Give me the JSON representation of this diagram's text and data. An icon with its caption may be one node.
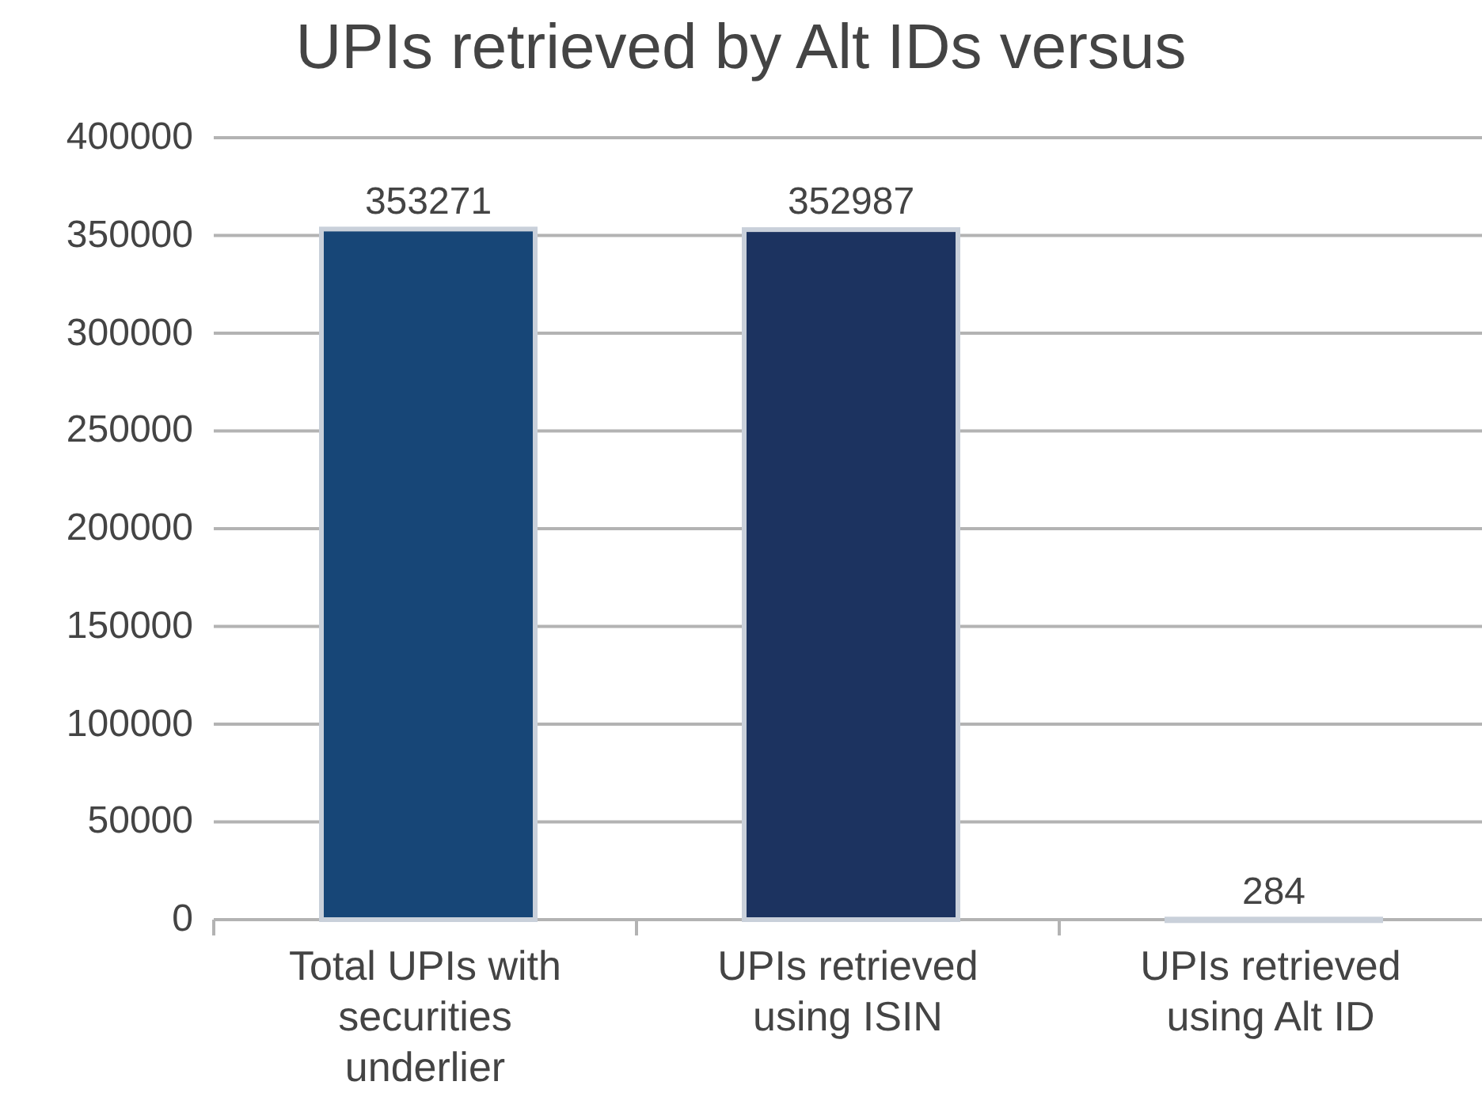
{
  "diagram": {
    "chart_data": {
      "type": "bar",
      "title": "UPIs retrieved by Alt IDs versus",
      "categories": [
        "Total UPIs with securities underlier",
        "UPIs retrieved using ISIN",
        "UPIs retrieved using Alt ID"
      ],
      "series": [
        {
          "color": "#174677",
          "values": [
            353271,
            null,
            null
          ]
        },
        {
          "color": "#1c3360",
          "values": [
            null,
            352987,
            null
          ]
        },
        {
          "color": "#ffffff",
          "values": [
            null,
            null,
            284
          ]
        }
      ],
      "stacked": true,
      "grid": true,
      "ylim": [
        0,
        400000
      ],
      "yticks": [
        0,
        50000,
        100000,
        150000,
        200000,
        250000,
        300000,
        350000,
        400000
      ],
      "data_labels": true
    }
  }
}
